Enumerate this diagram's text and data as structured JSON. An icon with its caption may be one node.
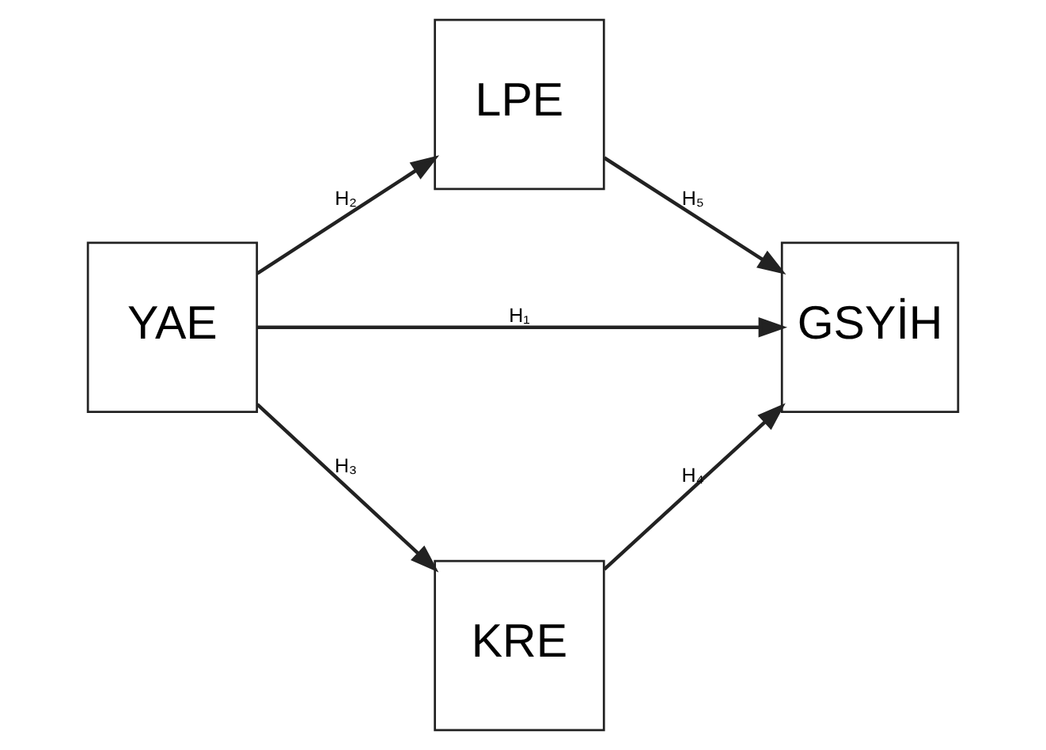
{
  "diagram": {
    "nodes": [
      {
        "text": [
          "YAE"
        ]
      },
      {
        "text": [
          "LPE"
        ]
      },
      {
        "text": [
          "GSYİH"
        ]
      },
      {
        "text": [
          "KRE"
        ]
      }
    ],
    "edges": [
      {
        "from": 0,
        "to": 1,
        "arrow": "to",
        "label": "H₂"
      },
      {
        "from": 0,
        "to": 2,
        "arrow": "to",
        "label": "H₁"
      },
      {
        "from": 0,
        "to": 3,
        "arrow": "to",
        "label": "H₃"
      },
      {
        "from": 1,
        "to": 2,
        "arrow": "to",
        "label": "H₅"
      },
      {
        "from": 3,
        "to": 2,
        "arrow": "to",
        "label": "H₄"
      }
    ]
  }
}
